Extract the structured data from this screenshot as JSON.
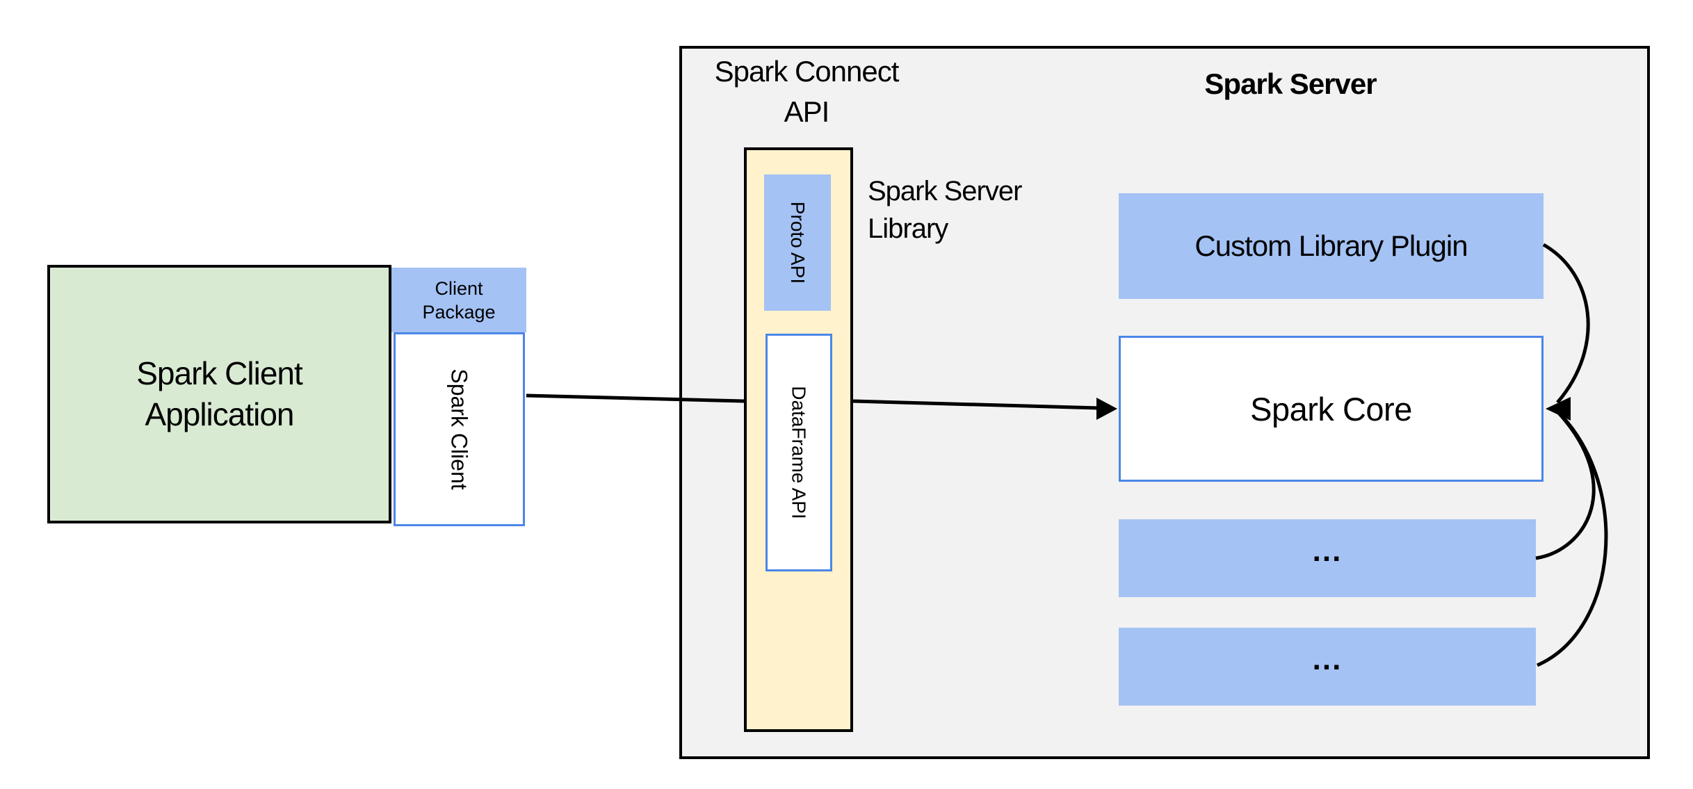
{
  "colors": {
    "green_fill": "#d9ead3",
    "blue_fill": "#a4c2f4",
    "yellow_fill": "#fff2cc",
    "gray_fill": "#f2f2f2",
    "blue_border": "#4a86e8",
    "line_black": "#000000"
  },
  "client_side": {
    "app_line1": "Spark Client",
    "app_line2": "Application",
    "package_line1": "Client",
    "package_line2": "Package",
    "spark_client_vertical": "Spark Client"
  },
  "connect_api": {
    "title_line1": "Spark Connect",
    "title_line2": "API",
    "proto_api": "Proto API",
    "dataframe_api": "DataFrame API",
    "library_line1": "Spark Server",
    "library_line2": "Library"
  },
  "spark_server": {
    "title": "Spark Server",
    "custom_library_plugin": "Custom Library Plugin",
    "spark_core": "Spark Core",
    "ellipsis_1": "...",
    "ellipsis_2": "..."
  }
}
